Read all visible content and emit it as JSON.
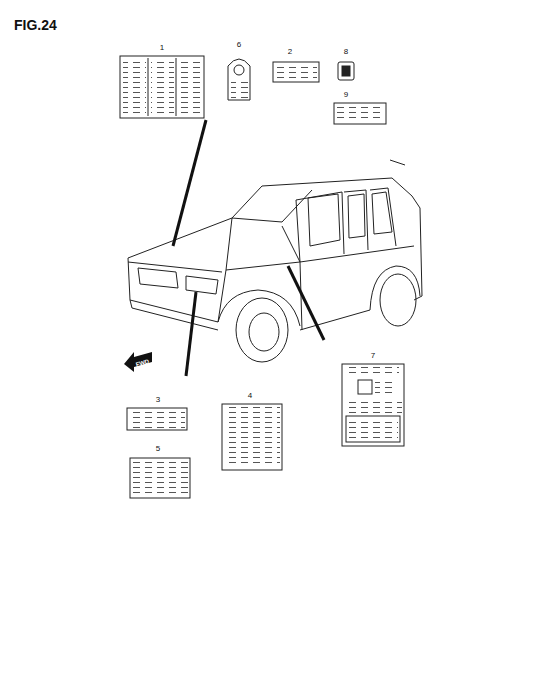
{
  "diagram": {
    "title": "FIG.24",
    "labels": [
      "1",
      "6",
      "2",
      "8",
      "9",
      "3",
      "4",
      "5",
      "7",
      "FWD"
    ]
  }
}
